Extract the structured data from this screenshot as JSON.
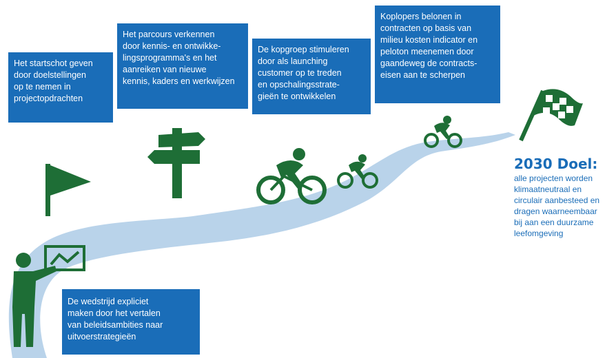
{
  "colors": {
    "box_blue": "#1a6db8",
    "icon_green": "#1e6e36",
    "road": "#b9d3ea"
  },
  "steps": [
    {
      "text": "Het startschot geven\ndoor doelstellingen\nop te nemen in\nprojectopdrachten",
      "icon": "start-flag-icon"
    },
    {
      "text": "Het parcours verkennen\ndoor kennis- en ontwikke-\nlingsprogramma's en het\naanreiken van nieuwe\nkennis, kaders en werkwijzen",
      "icon": "signpost-icon"
    },
    {
      "text": "De kopgroep stimuleren\ndoor als launching\ncustomer op te treden\nen opschalingsstrate-\ngieën te ontwikkelen",
      "icon": "cyclist-icon"
    },
    {
      "text": "Koplopers belonen in\ncontracten op basis van\nmilieu kosten indicator en\npeloton meenemen door\ngaandeweg de contracts-\neisen aan te scherpen",
      "icon": "cyclist-icon"
    }
  ],
  "start": {
    "text": "De wedstrijd expliciet\nmaken door het vertalen\nvan beleidsambities naar\nuitvoerstrategieën",
    "icon": "presenter-icon"
  },
  "goal": {
    "title": "2030 Doel:",
    "text": "alle projecten worden\nklimaatneutraal en\ncirculair aanbesteed en\ndragen waarneembaar\nbij aan een duurzame\nleefomgeving",
    "icon": "checkered-flag-icon"
  }
}
